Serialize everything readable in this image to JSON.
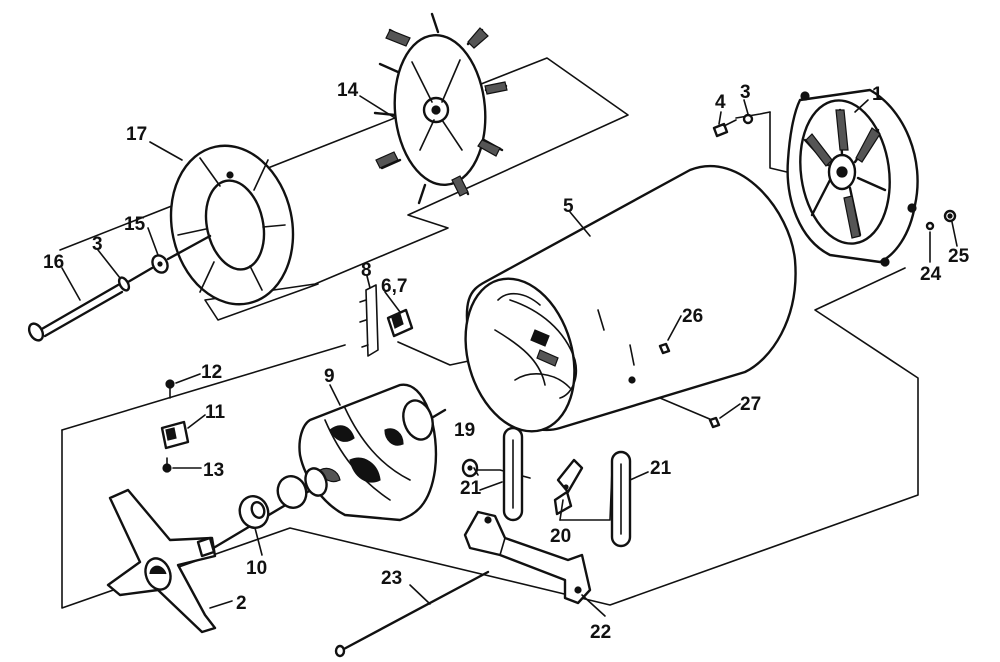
{
  "diagram": {
    "callouts": [
      "1",
      "2",
      "3",
      "3",
      "4",
      "5",
      "6,7",
      "8",
      "9",
      "10",
      "11",
      "12",
      "13",
      "14",
      "15",
      "16",
      "17",
      "19",
      "20",
      "21",
      "21",
      "22",
      "23",
      "24",
      "25",
      "26",
      "27"
    ]
  }
}
